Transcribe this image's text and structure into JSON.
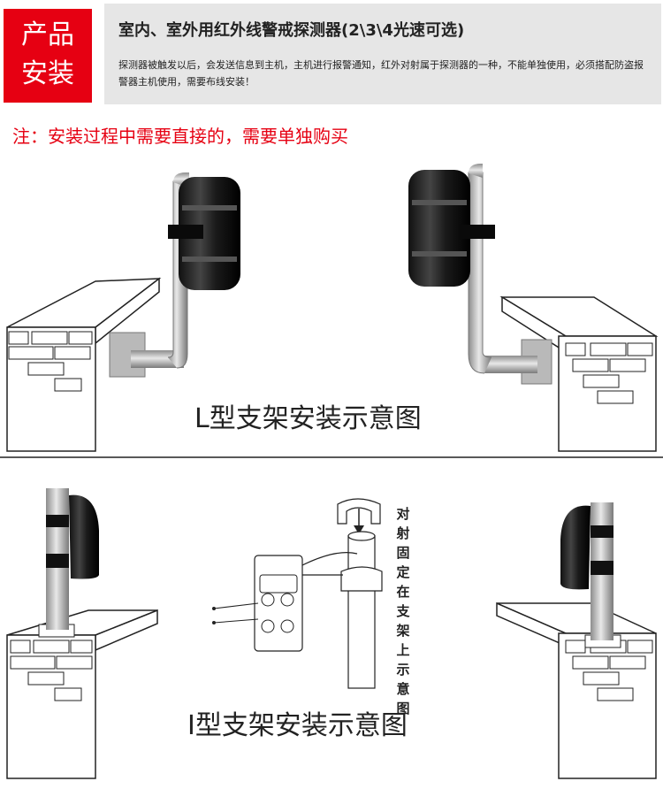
{
  "header": {
    "badge_line1": "产品",
    "badge_line2": "安装",
    "title": "室内、室外用红外线警戒探测器(2\\3\\4光速可选)",
    "description": "探测器被触发以后，会发送信息到主机，主机进行报警通知，红外对射属于探测器的一种，不能单独使用，必须搭配防盗报警器主机使用，需要布线安装！"
  },
  "notice": "注：安装过程中需要直接的，需要单独购买",
  "sections": {
    "l_bracket_caption": "L型支架安装示意图",
    "i_bracket_caption": "I型支架安装示意图",
    "vertical_note": "对射固定在支架上示意图"
  },
  "colors": {
    "badge_red": "#e60012",
    "banner_gray": "#e6e6e6",
    "notice_red": "#e60012"
  }
}
